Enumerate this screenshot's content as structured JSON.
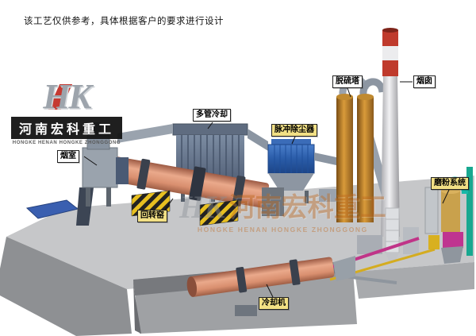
{
  "disclaimer": "该工艺仅供参考，具体根据客户的要求进行设计",
  "logo": {
    "monogram": "HK",
    "company_cn": "河南宏科重工",
    "company_en": "HONGKE HENAN HONGKE ZHONGGONG"
  },
  "watermark": {
    "text_cn": "河南宏科重工",
    "text_en": "HONGKE HENAN HONGKE ZHONGGONG"
  },
  "labels": [
    {
      "id": "smoke-chamber",
      "text": "烟室"
    },
    {
      "id": "multi-tube-cooler",
      "text": "多管冷却"
    },
    {
      "id": "pulse-dust-collector",
      "text": "脉冲除尘器"
    },
    {
      "id": "desulfurization-tower",
      "text": "脱硫塔"
    },
    {
      "id": "chimney",
      "text": "烟囱"
    },
    {
      "id": "grinding-system",
      "text": "磨粉系统"
    },
    {
      "id": "rotary-kiln",
      "text": "回转窑"
    },
    {
      "id": "cooling-machine",
      "text": "冷却机"
    }
  ],
  "colors": {
    "kiln_shell": "#d98f6f",
    "dust_collector_blue": "#2a5ca8",
    "tower_orange": "#c08a30",
    "chimney_red": "#bf3a2c",
    "hazard_yellow": "#e8c020",
    "platform_gray": "#c6c7c9",
    "watermark_orange": "#c2702a"
  }
}
